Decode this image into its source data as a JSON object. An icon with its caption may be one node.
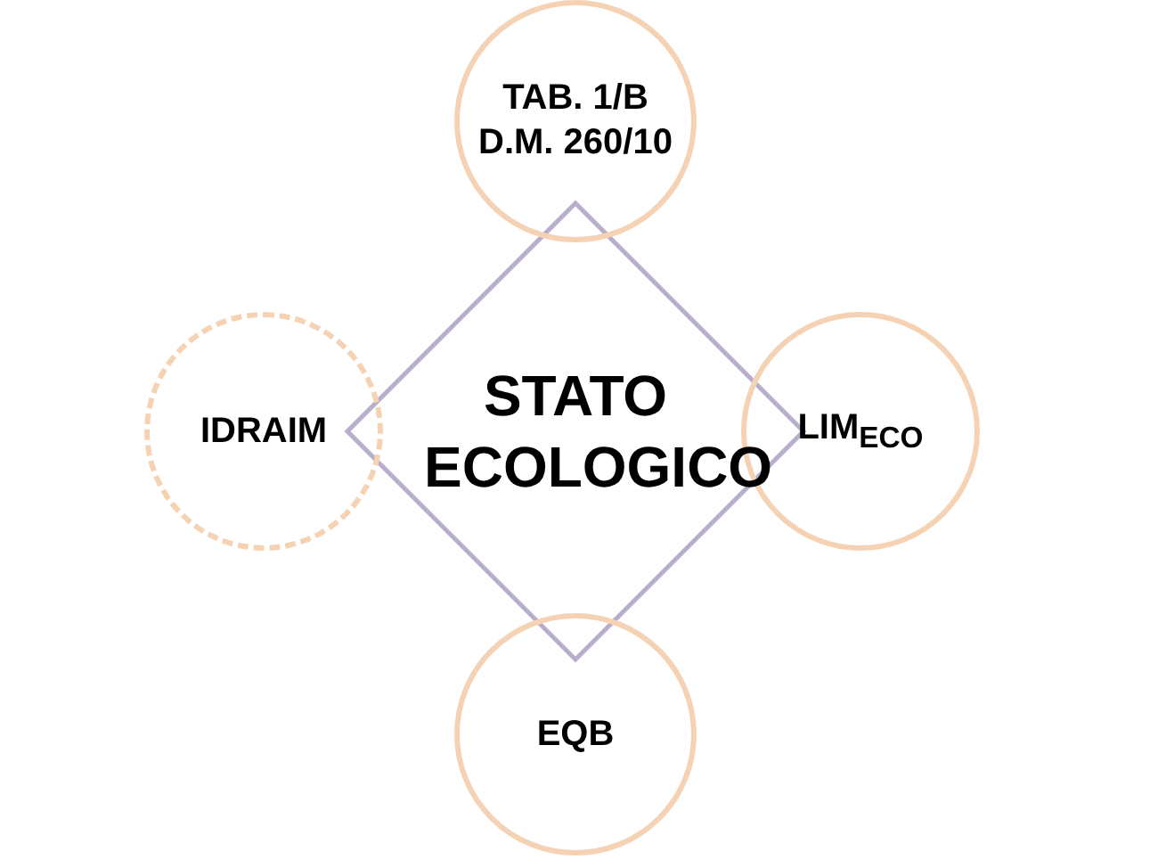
{
  "diagram": {
    "nodes": [
      {
        "text": [
          "STATO ECOLOGICO"
        ]
      },
      {
        "text": [
          "TAB. 1/B D.M. 260/10"
        ]
      },
      {
        "text": [
          "IDRAIM"
        ]
      },
      {
        "text": [
          "LIM$_{ECO}$"
        ]
      },
      {
        "text": [
          "EQB"
        ]
      }
    ]
  }
}
